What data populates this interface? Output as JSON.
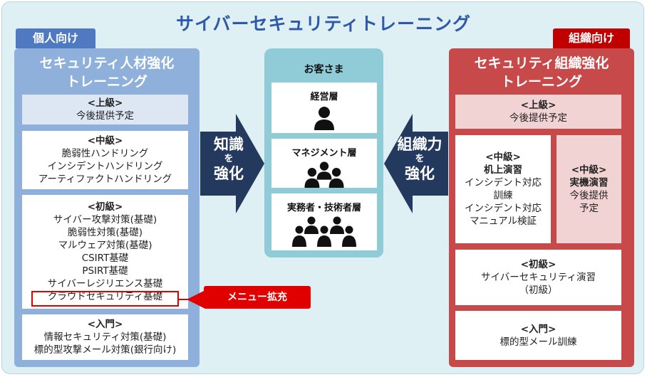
{
  "title": "サイバーセキュリティトレーニング",
  "left": {
    "tag": "個人向け",
    "title_line1": "セキュリティ人材強化",
    "title_line2": "トレーニング",
    "advanced": {
      "heading": "<上級>",
      "text": "今後提供予定"
    },
    "intermediate": {
      "heading": "<中級>",
      "items": [
        "脆弱性ハンドリング",
        "インシデントハンドリング",
        "アーティファクトハンドリング"
      ]
    },
    "beginner": {
      "heading": "<初級>",
      "items": [
        "サイバー攻撃対策(基礎)",
        "脆弱性対策(基礎)",
        "マルウェア対策(基礎)",
        "CSIRT基礎",
        "PSIRT基礎",
        "サイバーレジリエンス基礎",
        "クラウドセキュリティ基礎"
      ]
    },
    "intro": {
      "heading": "<入門>",
      "items": [
        "情報セキュリティ対策(基礎)",
        "標的型攻撃メール対策(銀行向け)"
      ]
    }
  },
  "left_arrow": {
    "line1": "知識",
    "line2": "を",
    "line3": "強化"
  },
  "center": {
    "title": "お客さま",
    "groups": [
      {
        "label": "経営層",
        "icon": "person-icon"
      },
      {
        "label": "マネジメント層",
        "icon": "group-icon"
      },
      {
        "label": "実務者・技術者層",
        "icon": "crowd-icon"
      }
    ]
  },
  "right_arrow": {
    "line1": "組織力",
    "line2": "を",
    "line3": "強化"
  },
  "right": {
    "tag": "組織向け",
    "title_line1": "セキュリティ組織強化",
    "title_line2": "トレーニング",
    "advanced": {
      "heading": "<上級>",
      "text": "今後提供予定"
    },
    "intermediate_desk": {
      "heading": "<中級>",
      "subtitle": "机上演習",
      "items": [
        "インシデント対応",
        "訓練",
        "インシデント対応",
        "マニュアル検証"
      ]
    },
    "intermediate_live": {
      "heading": "<中級>",
      "subtitle": "実機演習",
      "items": [
        "今後提供",
        "予定"
      ]
    },
    "beginner": {
      "heading": "<初級>",
      "items": [
        "サイバーセキュリティ演習",
        "（初級）"
      ]
    },
    "intro": {
      "heading": "<入門>",
      "items": [
        "標的型メール訓練"
      ]
    }
  },
  "callout": "メニュー拡充",
  "colors": {
    "blue": "#4f79c0",
    "red": "#c00000",
    "navy": "#24395e",
    "teal": "#8fccd8"
  }
}
